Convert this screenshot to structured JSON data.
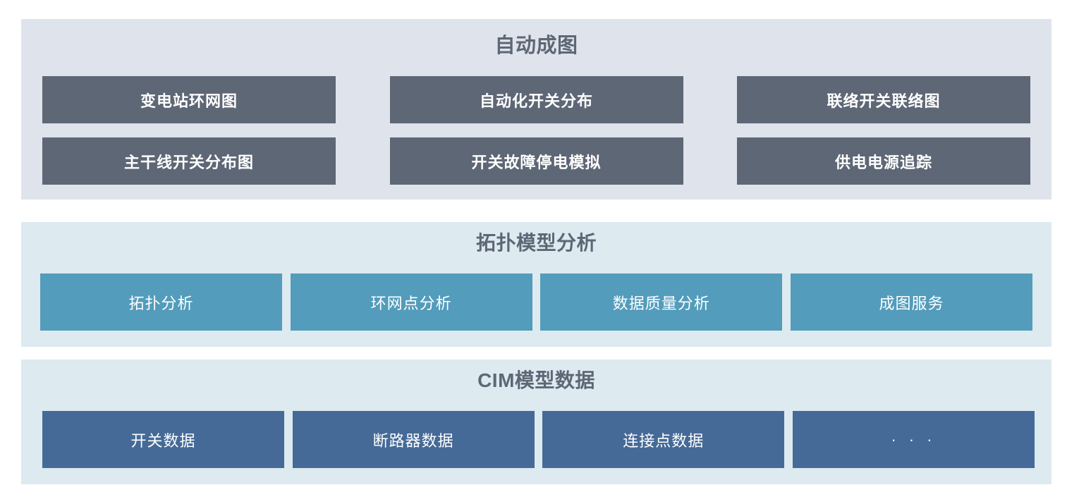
{
  "sections": [
    {
      "id": "automap",
      "title": "自动成图",
      "background": "#dfe3eb",
      "tile_color": "#5e6775",
      "rows": [
        [
          {
            "label": "变电站环网图"
          },
          {
            "label": "自动化开关分布"
          },
          {
            "label": "联络开关联络图"
          }
        ],
        [
          {
            "label": "主干线开关分布图"
          },
          {
            "label": "开关故障停电模拟"
          },
          {
            "label": "供电电源追踪"
          }
        ]
      ]
    },
    {
      "id": "topology",
      "title": "拓扑模型分析",
      "background": "#ddeaf0",
      "tile_color": "#539cbb",
      "rows": [
        [
          {
            "label": "拓扑分析"
          },
          {
            "label": "环网点分析"
          },
          {
            "label": "数据质量分析"
          },
          {
            "label": "成图服务"
          }
        ]
      ]
    },
    {
      "id": "cim",
      "title": "CIM模型数据",
      "background": "#ddeaf0",
      "tile_color": "#456a97",
      "rows": [
        [
          {
            "label": "开关数据"
          },
          {
            "label": "断路器数据"
          },
          {
            "label": "连接点数据"
          },
          {
            "label": "· · ·"
          }
        ]
      ]
    }
  ],
  "colors": {
    "title_text": "#5e6775",
    "tile_text": "#ffffff",
    "page_background": "#ffffff"
  }
}
